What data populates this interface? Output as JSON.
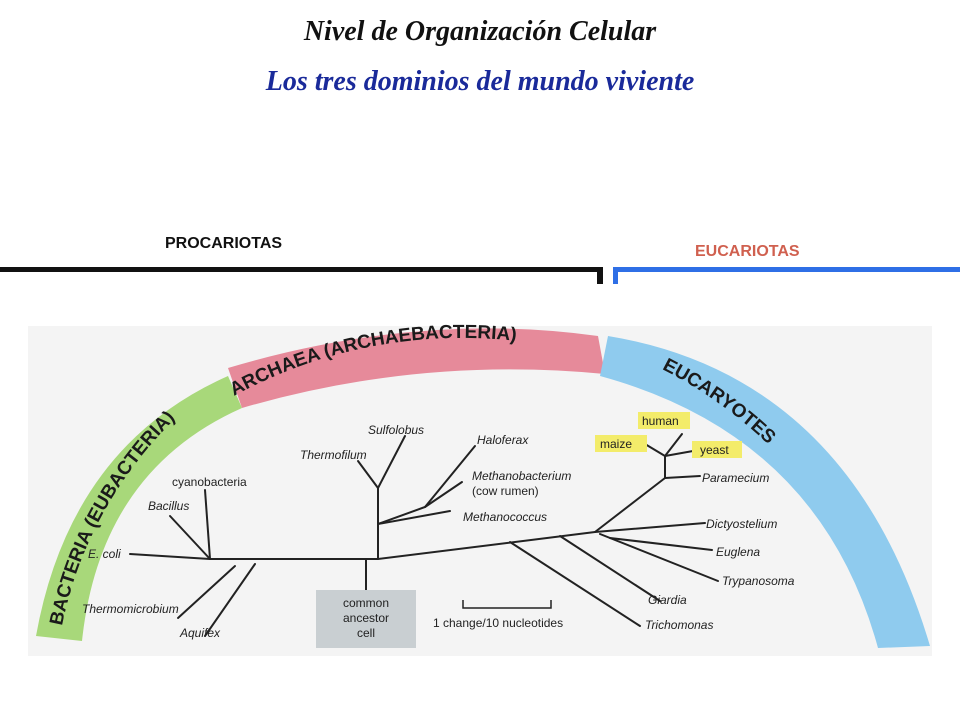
{
  "header": {
    "title": "Nivel de Organización Celular",
    "subtitle": "Los tres dominios del mundo viviente"
  },
  "groups": {
    "prokaryotes": "PROCARIOTAS",
    "eukaryotes": "EUCARIOTAS"
  },
  "colors": {
    "title": "#111111",
    "subtitle": "#1a2a9a",
    "bacteria_band": "#a8d87a",
    "archaea_band": "#e68a9a",
    "eukarya_band": "#8fcbee",
    "eukaryote_label": "#d0604f",
    "eukaryote_bar": "#2f6fe6",
    "highlight": "#f3ec6a"
  },
  "domains": {
    "bacteria": "BACTERIA (EUBACTERIA)",
    "archaea": "ARCHAEA (ARCHAEBACTERIA)",
    "eukarya": "EUCARYOTES"
  },
  "organisms": {
    "ecoli": "E. coli",
    "bacillus": "Bacillus",
    "cyanobacteria": "cyanobacteria",
    "thermomicrobium": "Thermomicrobium",
    "aquifex": "Aquifex",
    "thermofilum": "Thermofilum",
    "sulfolobus": "Sulfolobus",
    "haloferax": "Haloferax",
    "methanobacterium": "Methanobacterium",
    "cow_rumen": "(cow rumen)",
    "methanococcus": "Methanococcus",
    "human": "human",
    "maize": "maize",
    "yeast": "yeast",
    "paramecium": "Paramecium",
    "dictyostelium": "Dictyostelium",
    "euglena": "Euglena",
    "trypanosoma": "Trypanosoma",
    "giardia": "Giardia",
    "trichomonas": "Trichomonas"
  },
  "ancestor": {
    "line1": "common",
    "line2": "ancestor",
    "line3": "cell"
  },
  "scale": {
    "label": "1 change/10 nucleotides"
  }
}
